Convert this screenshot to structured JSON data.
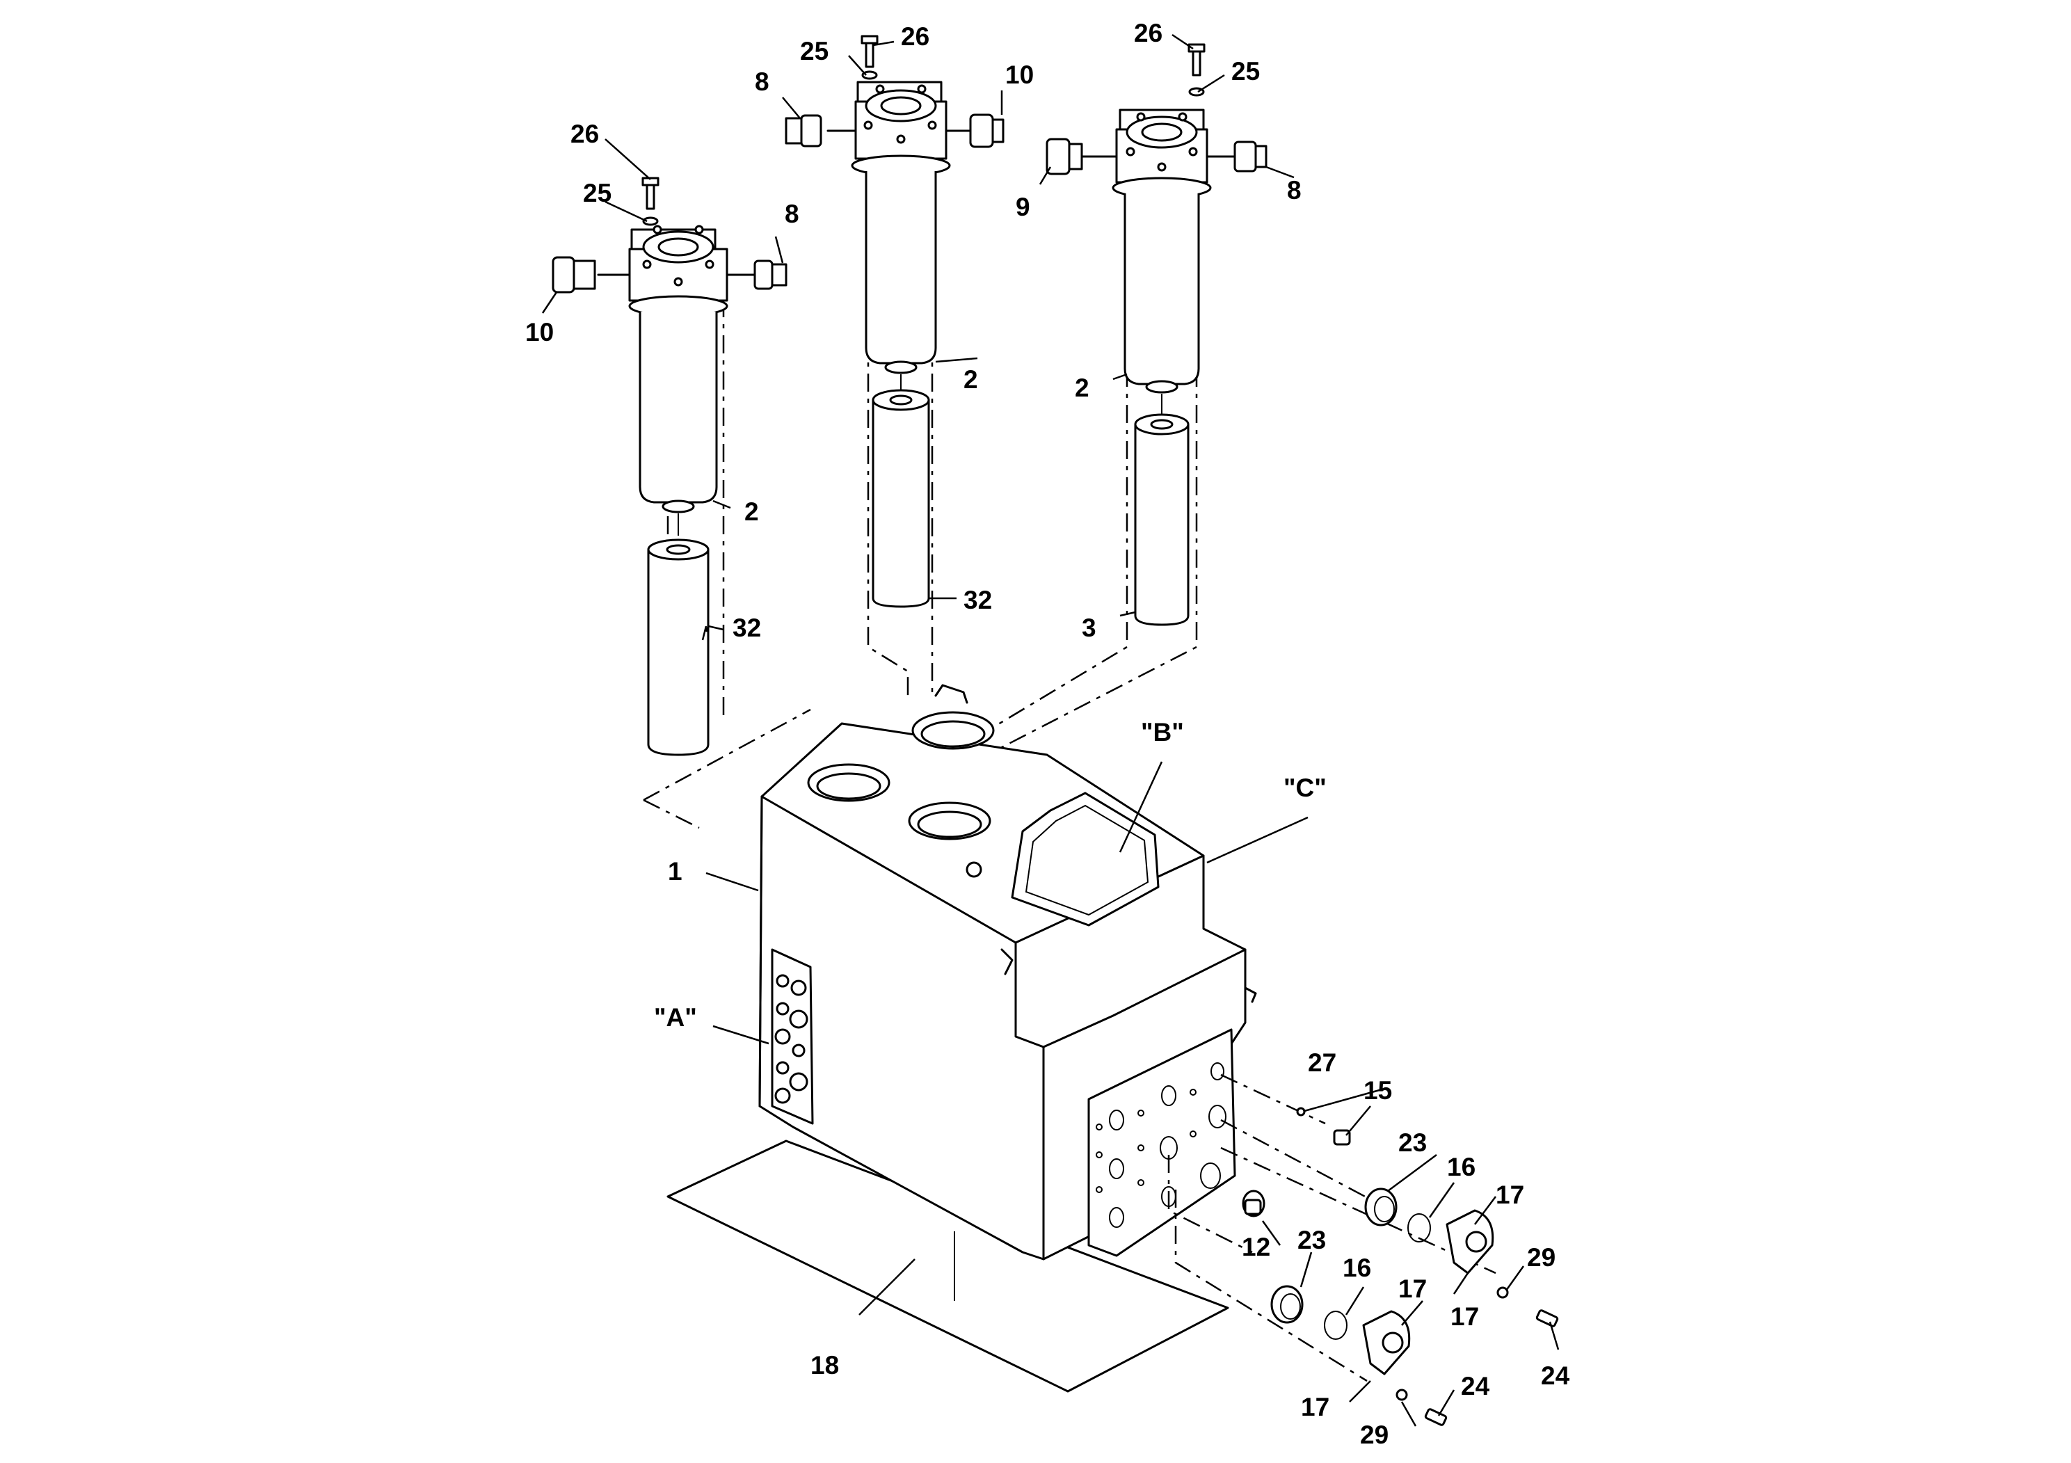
{
  "callouts": {
    "item_1": "1",
    "item_2": "2",
    "item_3": "3",
    "item_8": "8",
    "item_9": "9",
    "item_10": "10",
    "item_12": "12",
    "item_15": "15",
    "item_16": "16",
    "item_17": "17",
    "item_18": "18",
    "item_23": "23",
    "item_24": "24",
    "item_25": "25",
    "item_26": "26",
    "item_27": "27",
    "item_29": "29",
    "item_32": "32"
  },
  "views": {
    "view_a": "\"A\"",
    "view_b": "\"B\"",
    "view_c": "\"C\""
  }
}
